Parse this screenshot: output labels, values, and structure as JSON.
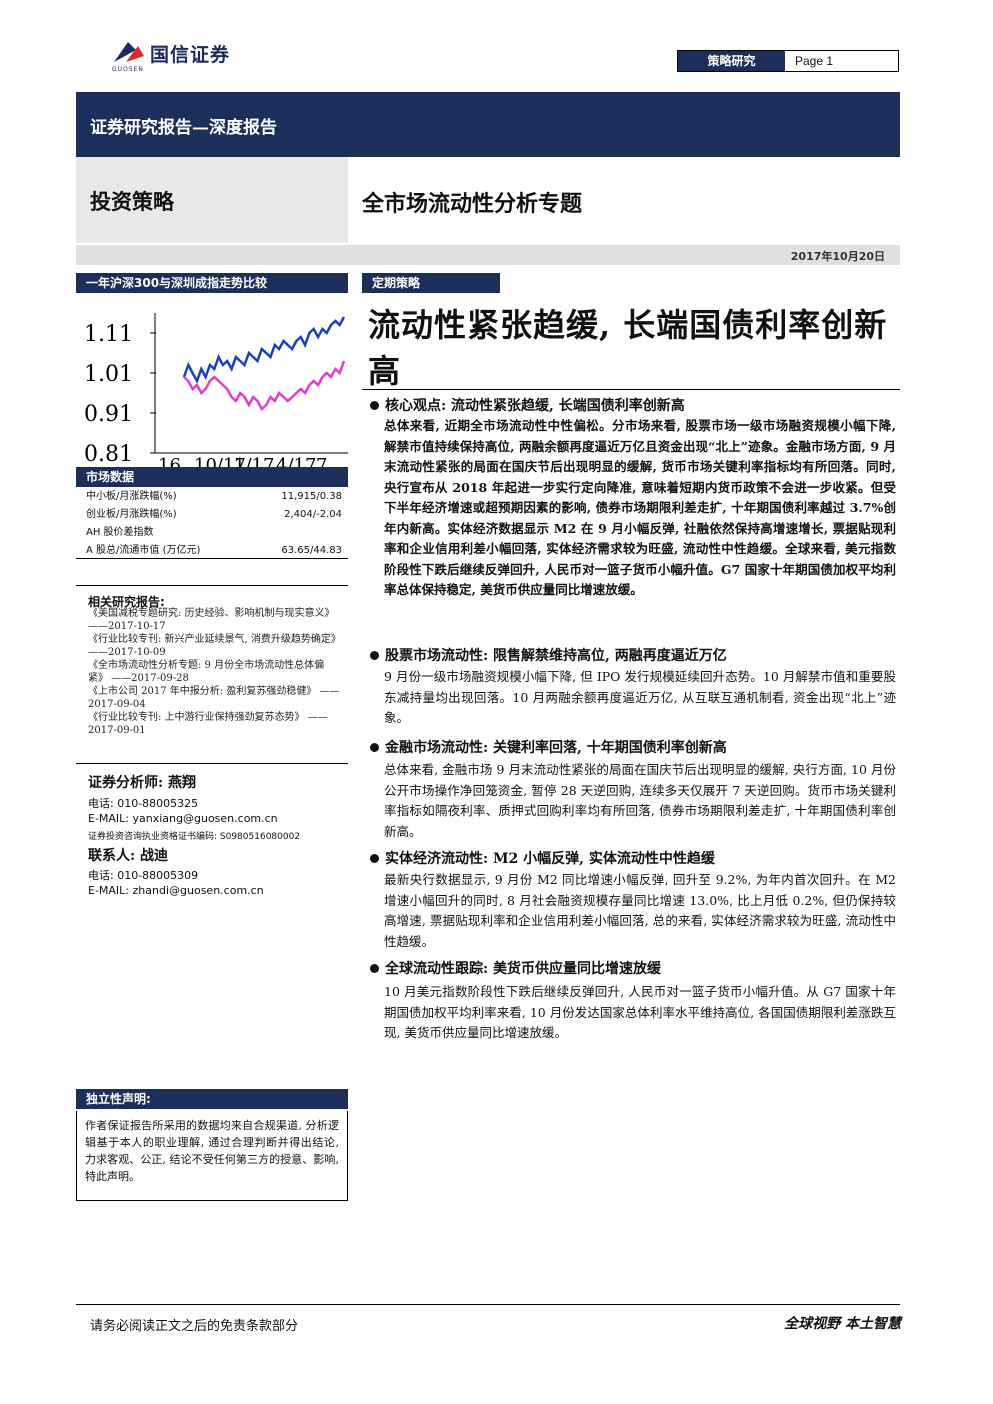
{
  "header": {
    "logo_name": "国信证券",
    "logo_sub": "GUOSEN",
    "category": "策略研究",
    "page_label": "Page 1"
  },
  "banner": {
    "report_type": "证券研究报告—深度报告",
    "section": "投资策略",
    "topic": "全市场流动性分析专题",
    "date": "2017年10月20日"
  },
  "left": {
    "chart_title": "一年沪深300与深圳成指走势比较",
    "chart_data": {
      "type": "line",
      "y_ticks": [
        "1.11",
        "1.01",
        "0.91",
        "0.81"
      ],
      "x_ticks": [
        "16",
        "10/17",
        "1/17",
        "4/17",
        "7"
      ],
      "ylim": [
        0.81,
        1.16
      ],
      "series": [
        {
          "color": "#1b3fbf",
          "values": [
            1.0,
            1.03,
            1.01,
            0.99,
            1.02,
            1.0,
            1.03,
            1.02,
            1.05,
            1.03,
            1.04,
            1.02,
            1.05,
            1.04,
            1.03,
            1.06,
            1.05,
            1.04,
            1.07,
            1.06,
            1.05,
            1.08,
            1.07,
            1.09,
            1.08,
            1.07,
            1.09,
            1.1,
            1.08,
            1.11,
            1.12,
            1.1,
            1.12,
            1.11,
            1.13,
            1.14,
            1.13,
            1.15
          ]
        },
        {
          "color": "#e23ad1",
          "values": [
            1.0,
            0.99,
            0.97,
            0.98,
            0.96,
            0.97,
            0.99,
            1.0,
            0.99,
            0.98,
            0.97,
            0.95,
            0.94,
            0.96,
            0.95,
            0.93,
            0.95,
            0.94,
            0.92,
            0.93,
            0.95,
            0.94,
            0.96,
            0.95,
            0.94,
            0.95,
            0.96,
            0.97,
            0.96,
            0.98,
            0.99,
            0.98,
            1.0,
            1.01,
            1.0,
            1.02,
            1.01,
            1.04
          ]
        }
      ]
    },
    "market_title": "市场数据",
    "market_rows": [
      {
        "label": "中小板/月涨跌幅(%)",
        "value": "11,915/0.38"
      },
      {
        "label": "创业板/月涨跌幅(%)",
        "value": "2,404/-2.04"
      },
      {
        "label": "AH 股价差指数",
        "value": ""
      },
      {
        "label": "A 股总/流通市值 (万亿元)",
        "value": "63.65/44.83"
      }
    ],
    "related_title": "相关研究报告:",
    "related": [
      "《美国减税专题研究: 历史经验、影响机制与现实意义》 ——2017-10-17",
      "《行业比较专刊: 新兴产业延续景气, 消费升级趋势确定》 ——2017-10-09",
      "《全市场流动性分析专题: 9 月份全市场流动性总体偏紧》 ——2017-09-28",
      "《上市公司 2017 年中报分析: 盈利复苏强劲稳健》 ——2017-09-04",
      "《行业比较专刊: 上中游行业保持强劲复苏态势》 ——2017-09-01"
    ],
    "analyst_head": "证券分析师: 燕翔",
    "analyst_phone": "电话: 010-88005325",
    "analyst_email": "E-MAIL: yanxiang@guosen.com.cn",
    "analyst_cert": "证券投资咨询执业资格证书编码: S0980516080002",
    "contact_head": "联系人: 战迪",
    "contact_phone": "电话: 010-88005309",
    "contact_email": "E-MAIL: zhandi@guosen.com.cn",
    "decl_title": "独立性声明:",
    "decl_body": "作者保证报告所采用的数据均来自合规渠道, 分析逻辑基于本人的职业理解, 通过合理判断并得出结论, 力求客观、公正, 结论不受任何第三方的授意、影响, 特此声明。"
  },
  "right": {
    "tag": "定期策略",
    "headline": "流动性紧张趋缓, 长端国债利率创新高",
    "sections": [
      {
        "title": "核心观点: 流动性紧张趋缓, 长端国债利率创新高",
        "body": "总体来看, 近期全市场流动性中性偏松。分市场来看, 股票市场一级市场融资规模小幅下降, 解禁市值持续保持高位, 两融余额再度逼近万亿且资金出现“北上”迹象。金融市场方面, 9 月末流动性紧张的局面在国庆节后出现明显的缓解, 货币市场关键利率指标均有所回落。同时, 央行宣布从 2018 年起进一步实行定向降准, 意味着短期内货币政策不会进一步收紧。但受下半年经济增速或超预期因素的影响, 债券市场期限利差走扩, 十年期国债利率越过 3.7%创年内新高。实体经济数据显示 M2 在 9 月小幅反弹, 社融依然保持高增速增长, 票据贴现利率和企业信用利差小幅回落, 实体经济需求较为旺盛, 流动性中性趋缓。全球来看, 美元指数阶段性下跌后继续反弹回升, 人民币对一篮子货币小幅升值。G7 国家十年期国债加权平均利率总体保持稳定, 美货币供应量同比增速放缓。"
      },
      {
        "title": "股票市场流动性: 限售解禁维持高位, 两融再度逼近万亿",
        "body": "9 月份一级市场融资规模小幅下降, 但 IPO 发行规模延续回升态势。10 月解禁市值和重要股东减持量均出现回落。10 月两融余额再度逼近万亿, 从互联互通机制看, 资金出现“北上”迹象。"
      },
      {
        "title": "金融市场流动性: 关键利率回落, 十年期国债利率创新高",
        "body": "总体来看, 金融市场 9 月末流动性紧张的局面在国庆节后出现明显的缓解, 央行方面, 10 月份公开市场操作净回笼资金, 暂停 28 天逆回购, 连续多天仅展开 7 天逆回购。货币市场关键利率指标如隔夜利率、质押式回购利率均有所回落, 债券市场期限利差走扩, 十年期国债利率创新高。"
      },
      {
        "title": "实体经济流动性: M2 小幅反弹, 实体流动性中性趋缓",
        "body": "最新央行数据显示, 9 月份 M2 同比增速小幅反弹, 回升至 9.2%, 为年内首次回升。在 M2 增速小幅回升的同时, 8 月社会融资规模存量同比增速 13.0%, 比上月低 0.2%, 但仍保持较高增速, 票据贴现利率和企业信用利差小幅回落, 总的来看, 实体经济需求较为旺盛, 流动性中性趋缓。"
      },
      {
        "title": "全球流动性跟踪: 美货币供应量同比增速放缓",
        "body": "10 月美元指数阶段性下跌后继续反弹回升, 人民币对一篮子货币小幅升值。从 G7 国家十年期国债加权平均利率来看, 10 月份发达国家总体利率水平维持高位, 各国国债期限利差涨跌互现, 美货币供应量同比增速放缓。"
      }
    ]
  },
  "footer": {
    "left": "请务必阅读正文之后的免责条款部分",
    "right": "全球视野  本土智慧"
  }
}
